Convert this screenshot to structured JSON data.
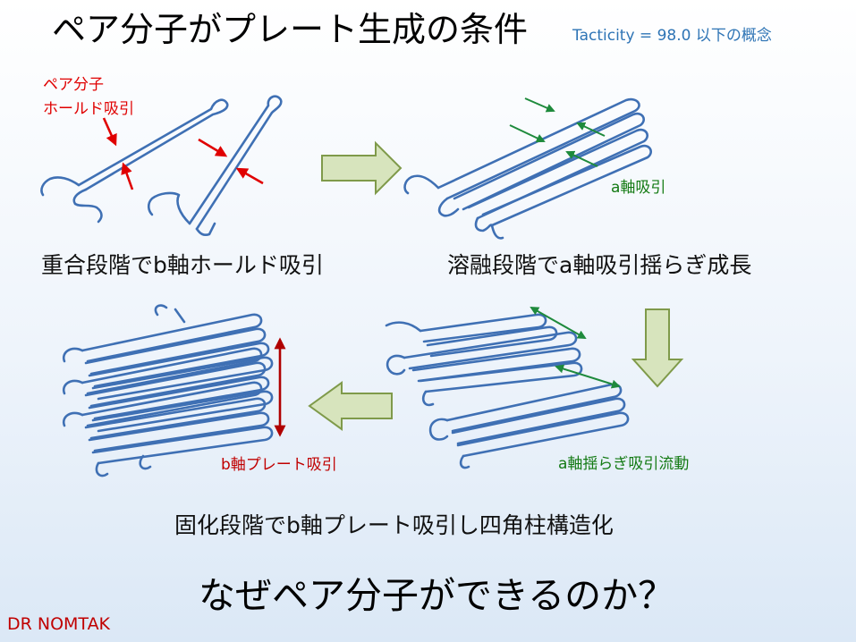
{
  "title": "ペア分子がプレート生成の条件",
  "subtitle": "Tacticity = 98.0 以下の概念",
  "labels": {
    "pair_hold_line1": "ペア分子",
    "pair_hold_line2": "ホールド吸引",
    "a_axis_attraction": "a軸吸引",
    "a_axis_sway_flow": "a軸揺らぎ吸引流動",
    "b_axis_plate": "b軸プレート吸引"
  },
  "captions": {
    "stage1": "重合段階でb軸ホールド吸引",
    "stage2": "溶融段階でa軸吸引揺らぎ成長",
    "stage3": "固化段階でb軸プレート吸引し四角柱構造化"
  },
  "question": "なぜペア分子ができるのか？",
  "credit": "DR NOMTAK",
  "colors": {
    "fiber": "#3f70b4",
    "red_label": "#e00000",
    "green_label": "#137a13",
    "arrow_fill": "#d7e4bd",
    "arrow_stroke": "#7f9a4a",
    "subtitle": "#2e74b5"
  }
}
